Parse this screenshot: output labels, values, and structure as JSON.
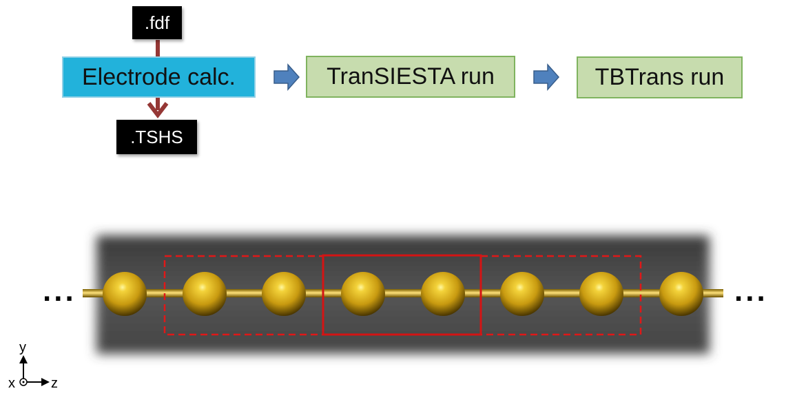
{
  "workflow": {
    "input_file": ".fdf",
    "electrode_step": "Electrode calc.",
    "output_file": ".TSHS",
    "transiesta_step": "TranSIESTA run",
    "tbtrans_step": "TBTrans run"
  },
  "chain": {
    "left_ellipsis": "...",
    "right_ellipsis": "...",
    "atom_count": 8,
    "atom_color": "#e0b020",
    "electrode_box_color": "#e01818",
    "device_box_color": "#d41414"
  },
  "axes": {
    "y": "y",
    "x": "x",
    "z": "z"
  },
  "colors": {
    "electrode_box": "#22b2db",
    "step_box": "#c7dcae",
    "flow_arrow": "#4f81bd",
    "file_arrow": "#953735"
  }
}
